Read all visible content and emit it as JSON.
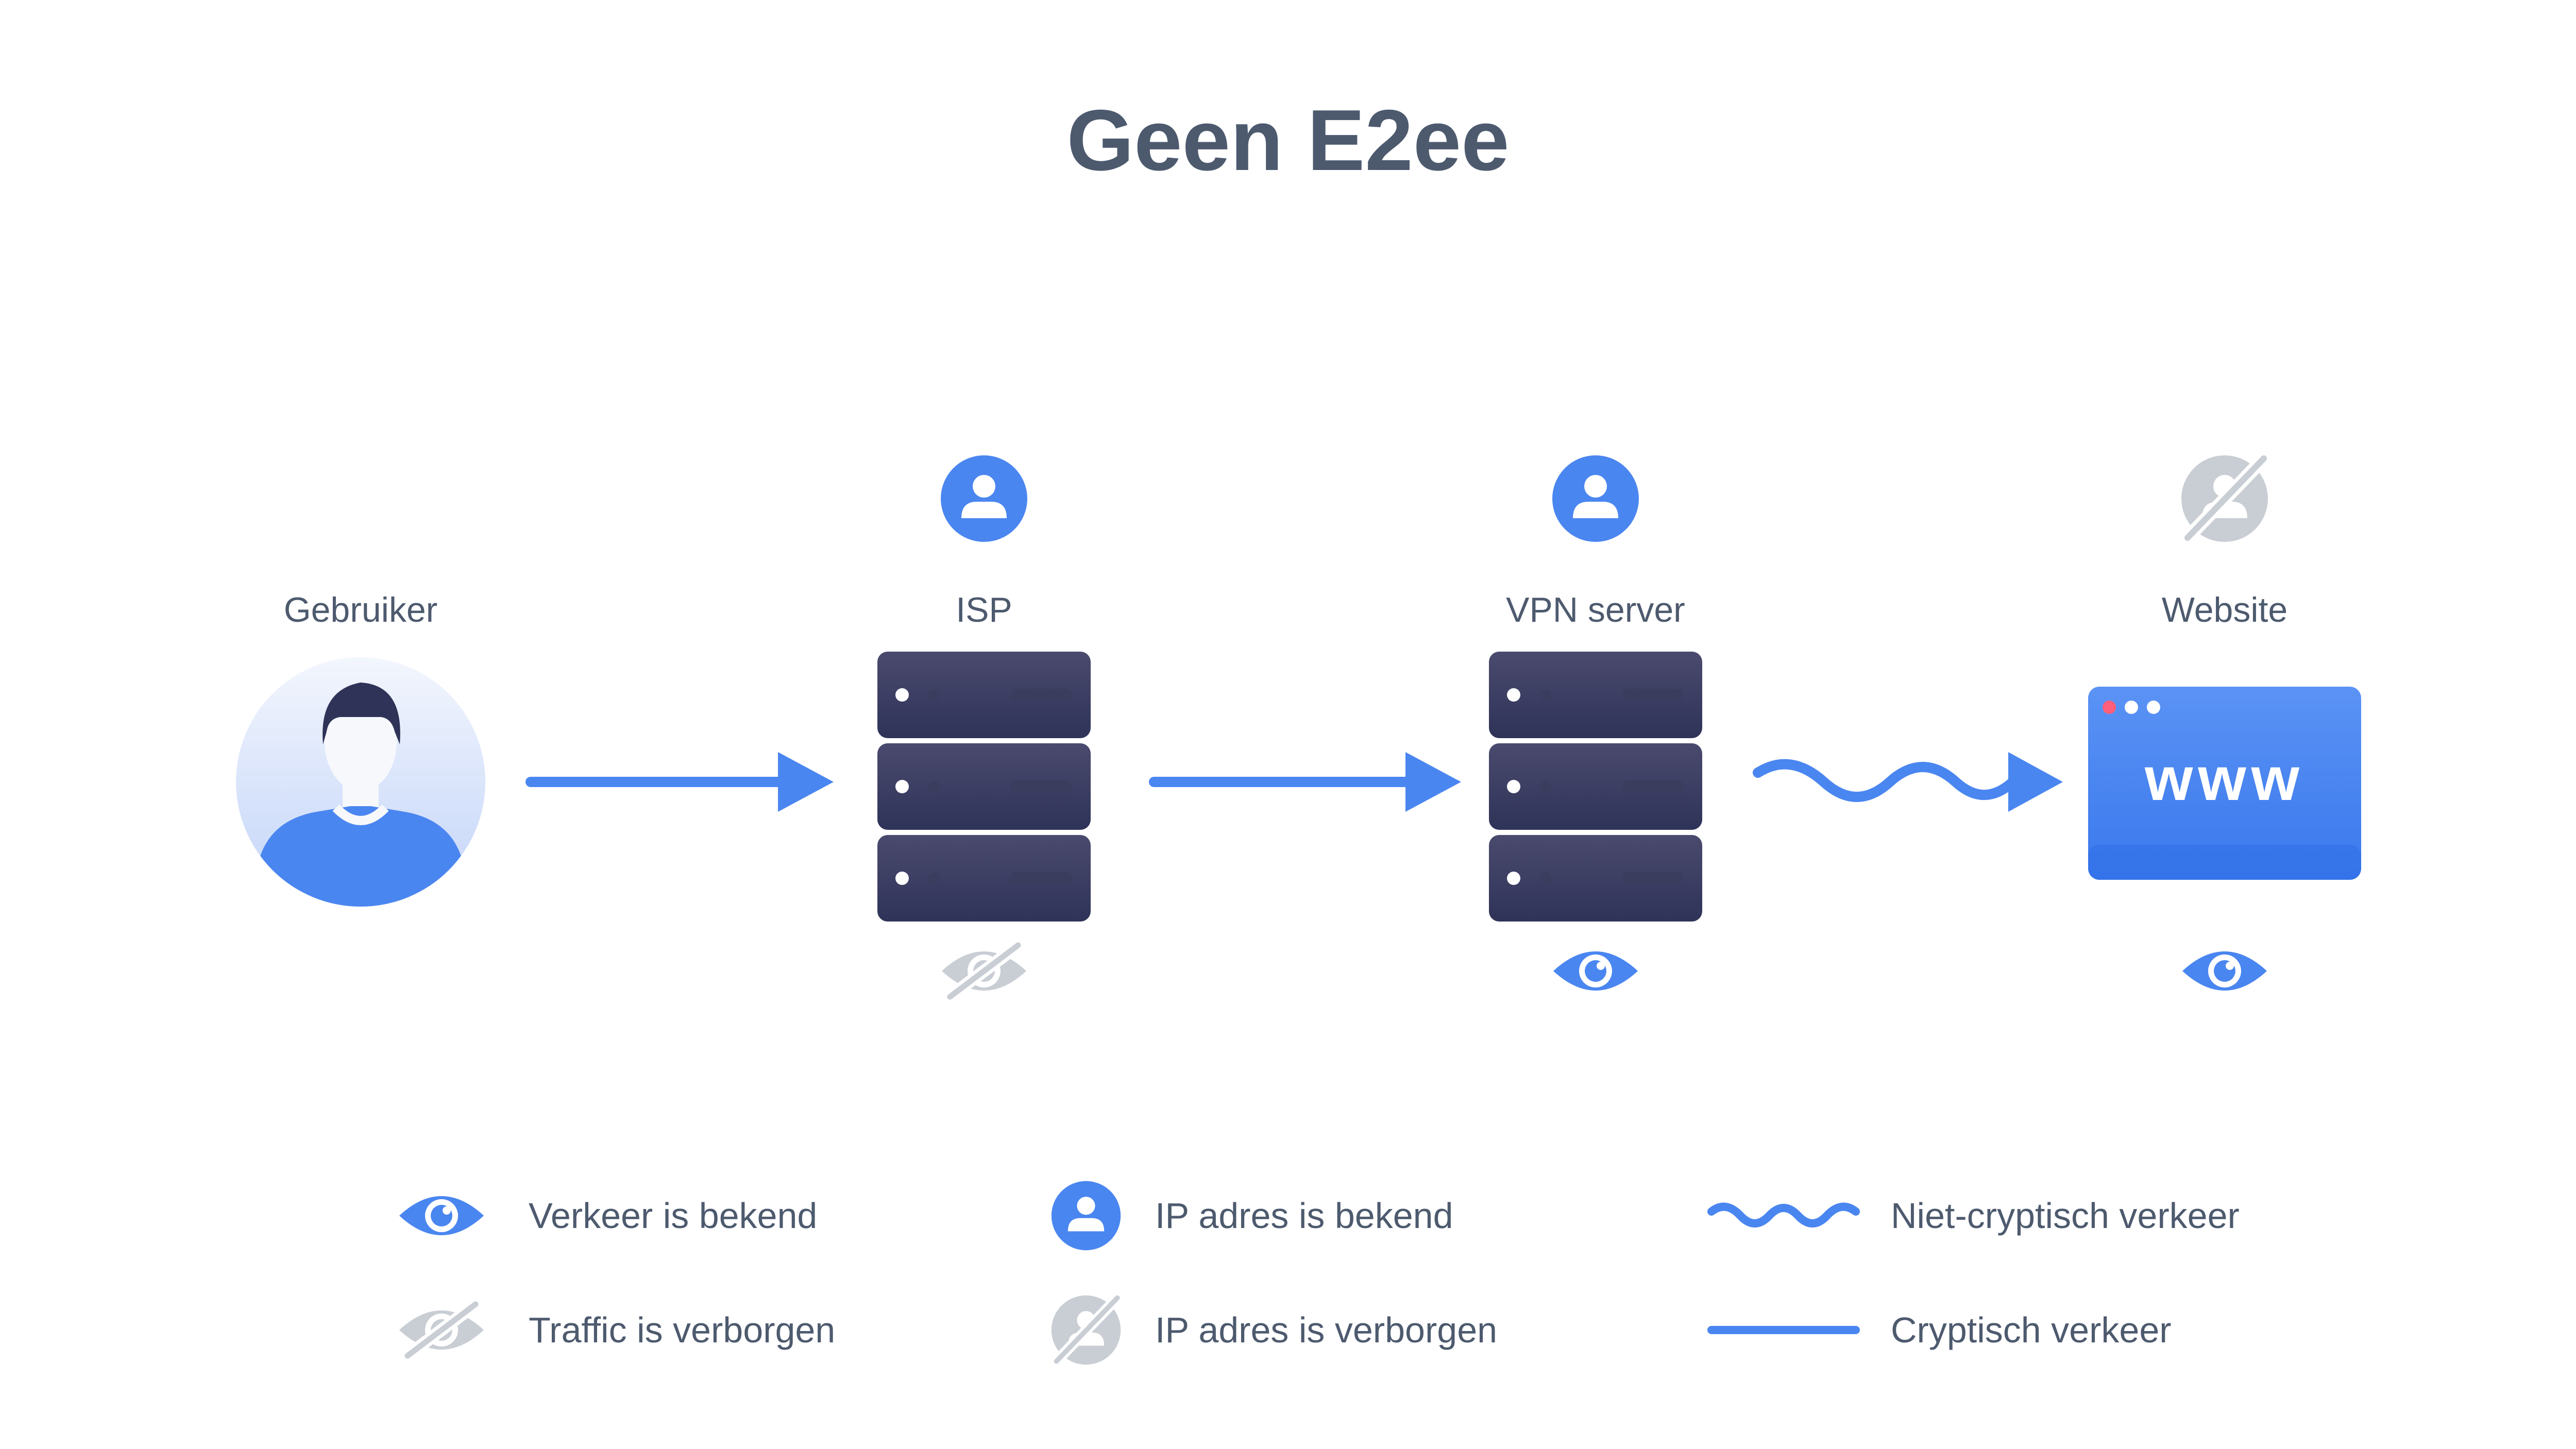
{
  "title": "Geen E2ee",
  "colors": {
    "accent": "#4a86f0",
    "text": "#4d5a6e",
    "muted": "#c9cdd4",
    "server": "#4a4a6e",
    "server_dark": "#2f3358"
  },
  "nodes": [
    {
      "id": "user",
      "label": "Gebruiker",
      "icon": "user-avatar-icon",
      "ip_status": "",
      "traffic_status": ""
    },
    {
      "id": "isp",
      "label": "ISP",
      "icon": "server-icon",
      "ip_status": "ip-known",
      "traffic_status": "traffic-hidden"
    },
    {
      "id": "vpn",
      "label": "VPN server",
      "icon": "server-icon",
      "ip_status": "ip-known",
      "traffic_status": "traffic-known"
    },
    {
      "id": "website",
      "label": "Website",
      "icon": "browser-window-icon",
      "ip_status": "ip-hidden",
      "traffic_status": "traffic-known",
      "www": "www"
    }
  ],
  "connections": [
    {
      "from": "user",
      "to": "isp",
      "type": "encrypted"
    },
    {
      "from": "isp",
      "to": "vpn",
      "type": "encrypted"
    },
    {
      "from": "vpn",
      "to": "website",
      "type": "unencrypted"
    }
  ],
  "legend": {
    "traffic_known": "Verkeer is bekend",
    "traffic_hidden": "Traffic is verborgen",
    "ip_known": "IP adres is bekend",
    "ip_hidden": "IP adres is verborgen",
    "unencrypted": "Niet-cryptisch verkeer",
    "encrypted": "Cryptisch verkeer"
  }
}
